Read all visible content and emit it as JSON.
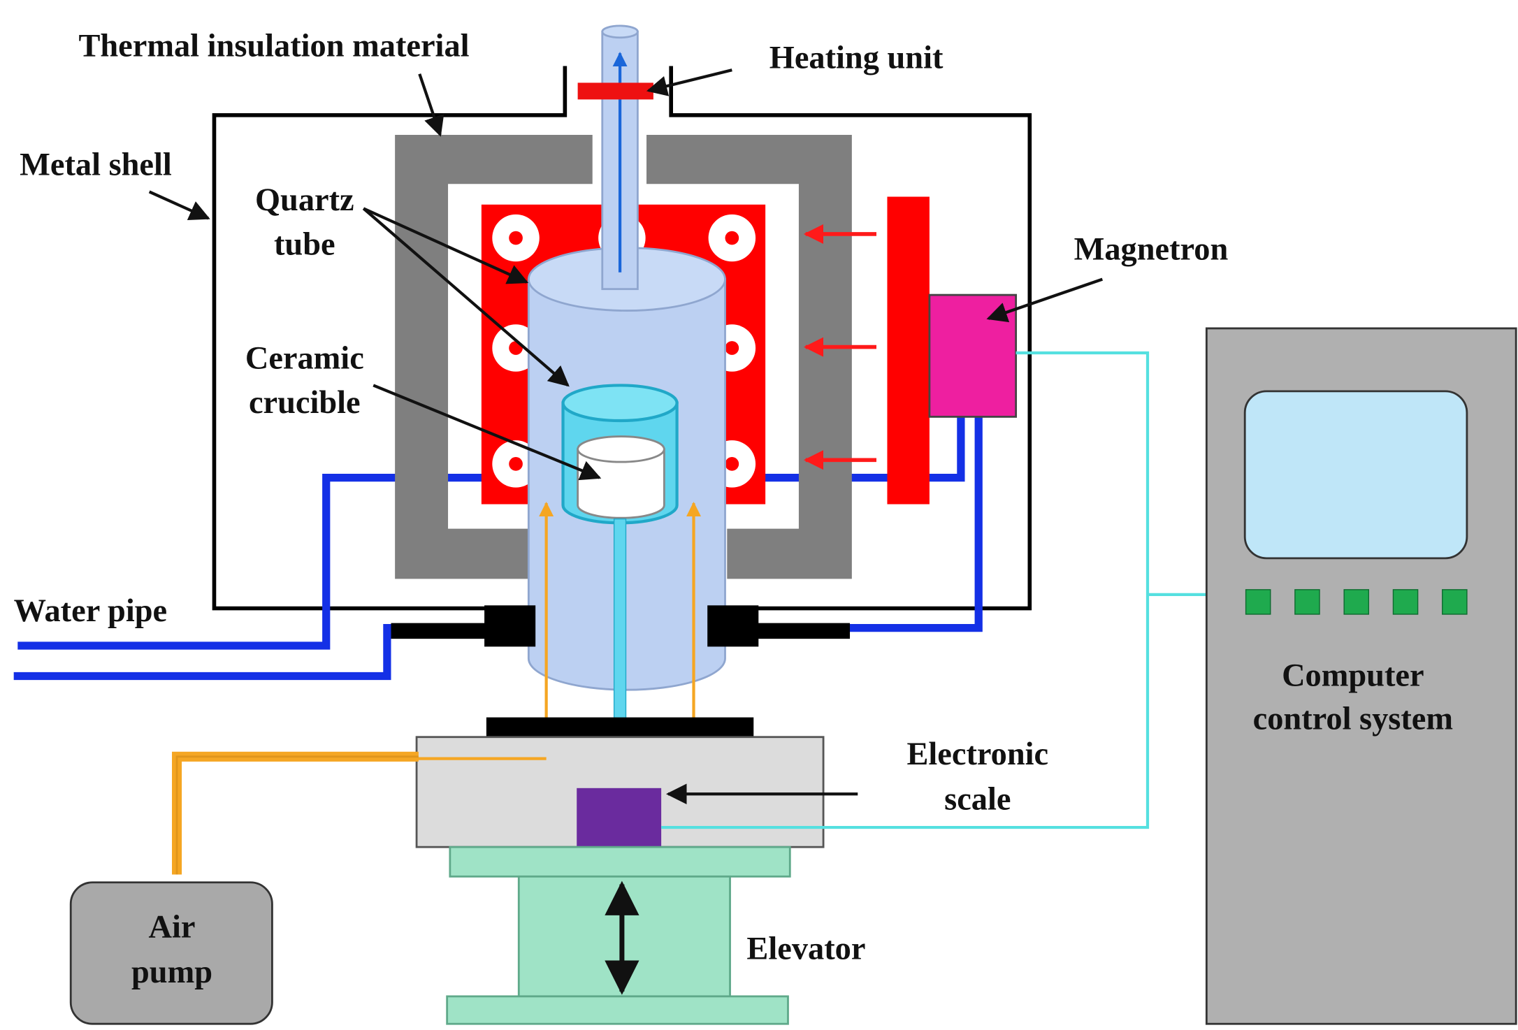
{
  "labels": {
    "thermal_insulation": "Thermal insulation material",
    "heating_unit": "Heating unit",
    "metal_shell": "Metal shell",
    "quartz_tube_1": "Quartz",
    "quartz_tube_2": "tube",
    "ceramic_crucible_1": "Ceramic",
    "ceramic_crucible_2": "crucible",
    "magnetron": "Magnetron",
    "water_pipe": "Water pipe",
    "electronic_scale_1": "Electronic",
    "electronic_scale_2": "scale",
    "elevator": "Elevator",
    "air_pump_1": "Air",
    "air_pump_2": "pump",
    "computer_control_1": "Computer",
    "computer_control_2": "control system"
  },
  "colors": {
    "metal_shell": "#000000",
    "insulation": "#7f7f7f",
    "heating_chamber": "#ff0000",
    "quartz_tube": "#bcd0f2",
    "crucible": "#5fd6ee",
    "sample": "#ffffff",
    "magnetron": "#ee1fa0",
    "water_pipe": "#1430e6",
    "gas_line": "#f5a623",
    "signal_line": "#55e0e0",
    "scale_body": "#dcdcdc",
    "scale_sensor": "#6a2b9e",
    "elevator": "#9fe3c6",
    "air_pump": "#a9a9a9",
    "computer_panel": "#b0b0b0",
    "computer_screen": "#bfe6f8",
    "computer_buttons": "#1faa4e"
  }
}
